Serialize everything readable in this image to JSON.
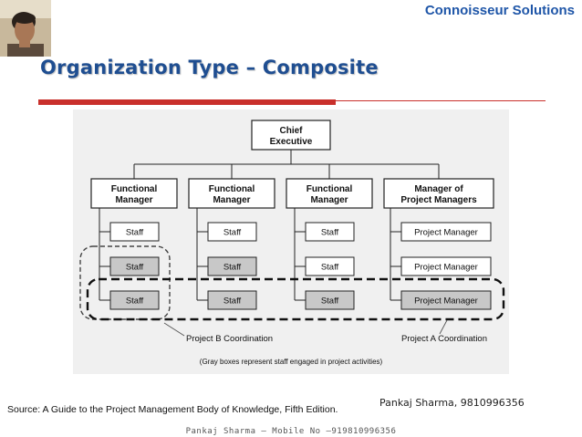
{
  "header": {
    "company": "Connoisseur Solutions",
    "title": "Organization Type – Composite"
  },
  "diagram": {
    "root": {
      "lines": [
        "Chief",
        "Executive"
      ]
    },
    "columns": [
      {
        "head": [
          "Functional",
          "Manager"
        ],
        "items": [
          {
            "label": "Staff",
            "gray": false
          },
          {
            "label": "Staff",
            "gray": true
          },
          {
            "label": "Staff",
            "gray": true
          }
        ]
      },
      {
        "head": [
          "Functional",
          "Manager"
        ],
        "items": [
          {
            "label": "Staff",
            "gray": false
          },
          {
            "label": "Staff",
            "gray": true
          },
          {
            "label": "Staff",
            "gray": true
          }
        ]
      },
      {
        "head": [
          "Functional",
          "Manager"
        ],
        "items": [
          {
            "label": "Staff",
            "gray": false
          },
          {
            "label": "Staff",
            "gray": false
          },
          {
            "label": "Staff",
            "gray": true
          }
        ]
      },
      {
        "head": [
          "Manager of",
          "Project Managers"
        ],
        "items": [
          {
            "label": "Project Manager",
            "gray": false
          },
          {
            "label": "Project Manager",
            "gray": false
          },
          {
            "label": "Project Manager",
            "gray": true
          }
        ]
      }
    ],
    "coordination_b": "Project B Coordination",
    "coordination_a": "Project A Coordination",
    "note": "(Gray boxes represent staff engaged in project activities)"
  },
  "footer": {
    "source": "Source: A Guide to the Project Management Body of Knowledge, Fifth Edition.",
    "contact": "Pankaj Sharma, 9810996356",
    "bottom": "Pankaj Sharma – Mobile No –919810996356"
  }
}
